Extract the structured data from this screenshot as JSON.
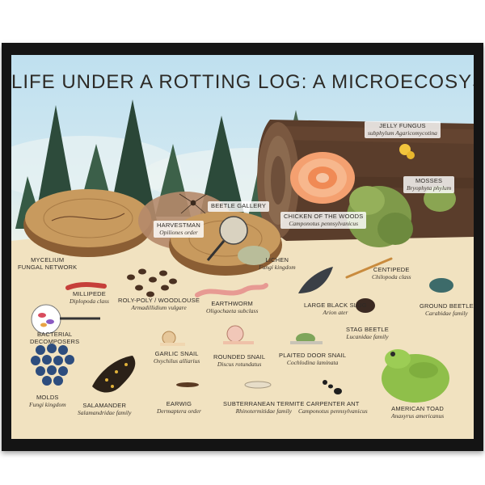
{
  "title": "LIFE UNDER A ROTTING LOG: A MICROECOSYSTEM",
  "labels": {
    "jelly_fungus": {
      "name": "JELLY FUNGUS",
      "sci": "subphylum Agaricomycotina"
    },
    "mosses": {
      "name": "MOSSES",
      "sci": "Bryophyta phylum"
    },
    "beetle_gallery": {
      "name": "BEETLE GALLERY"
    },
    "harvestman": {
      "name": "HARVESTMAN",
      "sci": "Opiliones order"
    },
    "chicken_of_the_woods": {
      "name": "CHICKEN OF THE WOODS",
      "sci": "Camponotus pennsylvanicus"
    },
    "mycelium": {
      "name": "MYCELIUM",
      "sub": "FUNGAL NETWORK"
    },
    "lichen": {
      "name": "LICHEN",
      "sci": "Fungi kingdom"
    },
    "centipede": {
      "name": "CENTIPEDE",
      "sci": "Chilopoda class"
    },
    "millipede": {
      "name": "MILLIPEDE",
      "sci": "Diplopoda class"
    },
    "roly_poly": {
      "name": "ROLY-POLY / WOODLOUSE",
      "sci": "Armadillidium vulgare"
    },
    "earthworm": {
      "name": "EARTHWORM",
      "sci": "Oligochaeta subclass"
    },
    "black_slug": {
      "name": "LARGE BLACK SLUG",
      "sci": "Arion ater"
    },
    "ground_beetle": {
      "name": "GROUND BEETLE",
      "sci": "Carabidae family"
    },
    "bacterial": {
      "name": "BACTERIAL",
      "sub": "DECOMPOSERS"
    },
    "stag_beetle": {
      "name": "STAG BEETLE",
      "sci": "Lucanidae family"
    },
    "garlic_snail": {
      "name": "GARLIC SNAIL",
      "sci": "Oxychilus alliarius"
    },
    "rounded_snail": {
      "name": "ROUNDED SNAIL",
      "sci": "Discus rotundatus"
    },
    "door_snail": {
      "name": "PLAITED DOOR SNAIL",
      "sci": "Cochlodina laminata"
    },
    "molds": {
      "name": "MOLDS",
      "sci": "Fungi kingdom"
    },
    "salamander": {
      "name": "SALAMANDER",
      "sci": "Salamandridae family"
    },
    "earwig": {
      "name": "EARWIG",
      "sci": "Dermaptera order"
    },
    "termite": {
      "name": "SUBTERRANEAN TERMITE",
      "sci": "Rhinotermitidae family"
    },
    "carpenter_ant": {
      "name": "CARPENTER ANT",
      "sci": "Camponotus pennsylvanicus"
    },
    "american_toad": {
      "name": "AMERICAN TOAD",
      "sci": "Anaxyrus americanus"
    }
  },
  "colors": {
    "frame": "#141414",
    "bark": "#5a3d2b",
    "wood_slice": "#c89a5e",
    "fungus_orange": "#f08a55",
    "moss_green": "#7f9a4a",
    "pine_green": "#2e4a3a",
    "toad_green": "#8fbf4a"
  }
}
